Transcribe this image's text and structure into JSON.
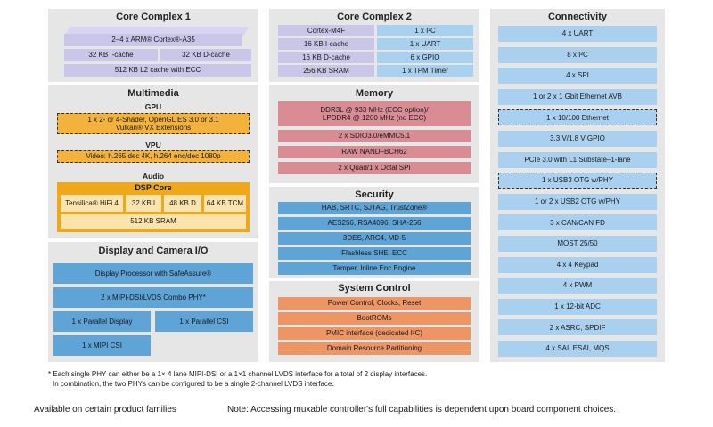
{
  "core1": {
    "title": "Core Complex 1",
    "cpu": "2–4 x ARM® Cortex®-A35",
    "icache": "32 KB I-cache",
    "dcache": "32 KB D-cache",
    "l2": "512 KB L2 cache with ECC"
  },
  "core2": {
    "title": "Core Complex 2",
    "cells": [
      "Cortex-M4F",
      "1 x I²C",
      "16 KB I-cache",
      "1 x UART",
      "16 KB D-cache",
      "6 x GPIO",
      "256 KB SRAM",
      "1 x TPM Timer"
    ]
  },
  "connectivity": {
    "title": "Connectivity",
    "items": [
      "4 x UART",
      "8 x I²C",
      "4 x SPI",
      "1 or 2 x 1 Gbit Ethernet AVB",
      "1 x 10/100 Ethernet",
      "3.3 V/1.8 V GPIO",
      "PCIe 3.0 with L1 Substate–1-lane",
      "1 x USB3 OTG w/PHY",
      "1 or 2 x USB2 OTG w/PHY",
      "3 x CAN/CAN FD",
      "MOST 25/50",
      "4 x 4 Keypad",
      "4 x PWM",
      "1 x 12-bit ADC",
      "2 x ASRC, SPDIF",
      "4 x SAI, ESAI, MQS"
    ]
  },
  "multimedia": {
    "title": "Multimedia",
    "gpu_label": "GPU",
    "gpu_text": "1 x 2- or 4-Shader, OpenGL ES 3.0 or 3.1\nVulkan® VX Extensions",
    "vpu_label": "VPU",
    "vpu_text": "Video: h.265 dec 4K, h.264 enc/dec 1080p",
    "audio_label": "Audio",
    "dsp_label": "DSP Core",
    "dsp_cells": [
      "Tensilica® HiFi 4",
      "32 KB I",
      "48 KB D",
      "64 KB TCM"
    ],
    "dsp_sram": "512 KB SRAM"
  },
  "memory": {
    "title": "Memory",
    "items": [
      "DDR3L @ 933 MHz (ECC option)/\nLPDDR4 @ 1200 MHz (no ECC)",
      "2 x SDIO3.0/eMMC5.1",
      "RAW NAND–BCH62",
      "2 x Quad/1 x Octal SPI"
    ]
  },
  "security": {
    "title": "Security",
    "items": [
      "HAB, SRTC, SJTAG, TrustZone®",
      "AES256, RSA4096, SHA-256",
      "3DES, ARC4, MD-5",
      "Flashless SHE, ECC",
      "Tamper, Inline Enc Engine"
    ]
  },
  "system": {
    "title": "System Control",
    "items": [
      "Power Control, Clocks, Reset",
      "BootROMs",
      "PMIC interface (dedicated I²C)",
      "Domain Resource Partitioning"
    ]
  },
  "display": {
    "title": "Display and Camera I/O",
    "processor": "Display Processor with SafeAssure®",
    "mipi_dsi": "2 x MIPI-DSI/LVDS Combo PHY*",
    "parallel_display": "1 x Parallel Display",
    "parallel_csi": "1 x Parallel CSI",
    "mipi_csi": "1 x MIPI CSI"
  },
  "footnote": {
    "line1": "* Each single PHY can either be a 1× 4 lane MIPI-DSI or a 1×1 channel LVDS interface for a total of 2 display interfaces.",
    "line2": "In combination, the two PHYs can be configured to be a single 2-channel LVDS interface."
  },
  "legend": {
    "available": "Available on certain product families",
    "note": "Note: Accessing muxable controller's full capabilities is dependent upon board component choices."
  }
}
